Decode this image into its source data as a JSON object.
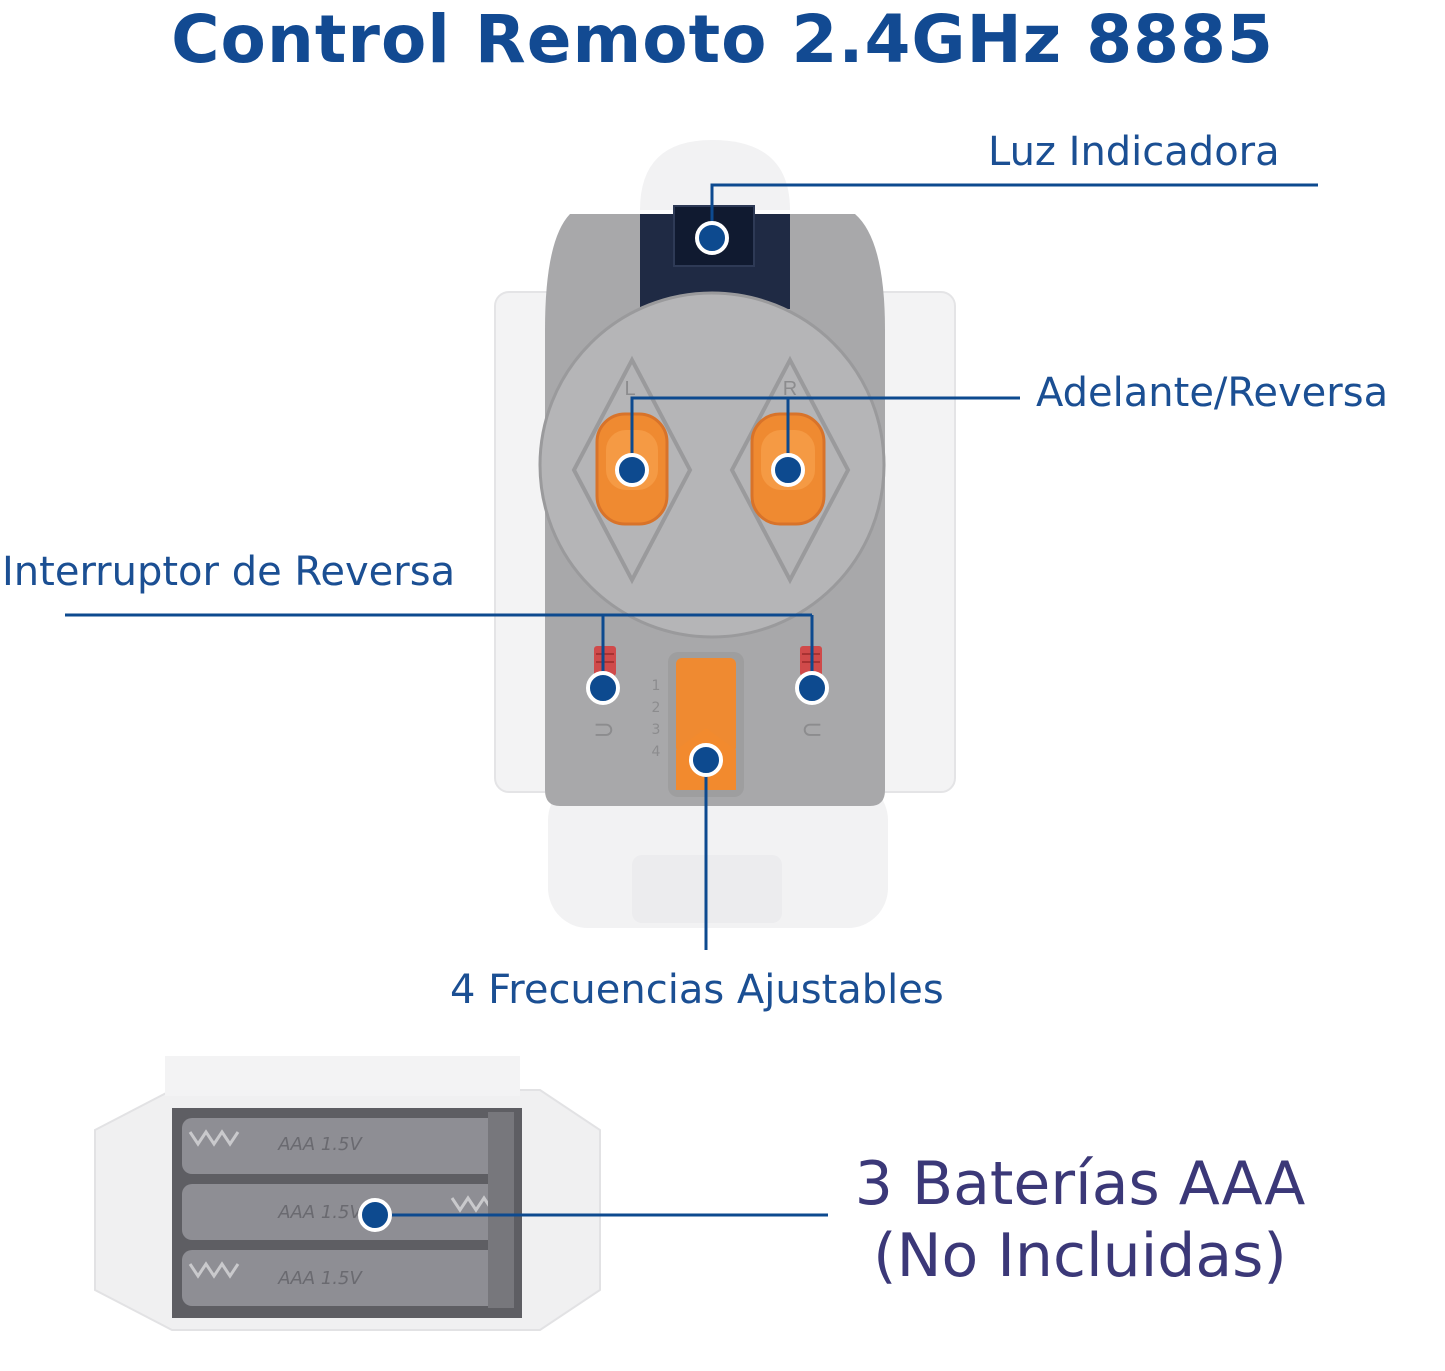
{
  "title": "Control Remoto 2.4GHz 8885",
  "callouts": {
    "indicator_light": "Luz Indicadora",
    "forward_reverse": "Adelante/Reversa",
    "reverse_switch": "Interruptor de Reversa",
    "frequencies": "4 Frecuencias Ajustables",
    "batteries_line1": "3 Baterías AAA",
    "batteries_line2": "(No Incluidas)"
  },
  "device_marks": {
    "left_letter": "L",
    "right_letter": "R",
    "freq_numbers": [
      "1",
      "2",
      "3",
      "4"
    ],
    "battery_labels": [
      "AAA  1.5V",
      "AAA  1.5V",
      "AAA  1.5V"
    ]
  },
  "colors": {
    "title": "#124a92",
    "callout_text": "#1b4f93",
    "battery_text": "#3b3878",
    "leader_line": "#0d4a8f",
    "device_gray": "#a4a4a6",
    "device_white": "#f4f4f5",
    "orange": "#f28a2e"
  }
}
